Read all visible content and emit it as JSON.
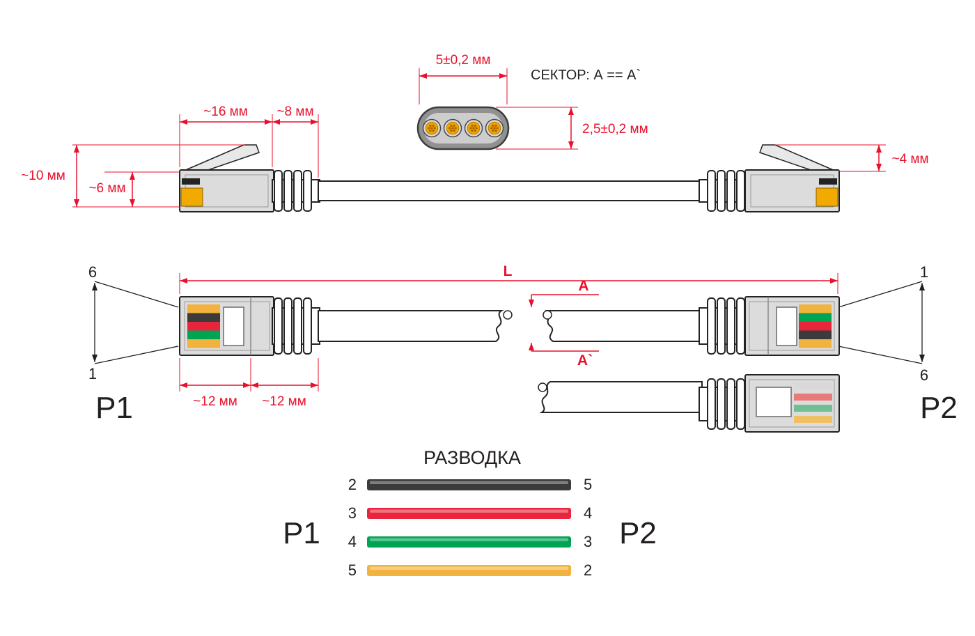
{
  "colors": {
    "dimension_red": "#e8112d",
    "text_black": "#231f20",
    "connector_gray": "#dcdcdc",
    "contact_yellow": "#f2a900",
    "wire_black": "#3b3b3b",
    "wire_red": "#e8253d",
    "wire_green": "#00a554",
    "wire_yellow": "#f2b23e"
  },
  "top_view": {
    "dim_connector_length": "~16 мм",
    "dim_boot_length": "~8 мм",
    "dim_total_height": "~10 мм",
    "dim_body_height": "~6 мм",
    "dim_latch_height": "~4 мм"
  },
  "cross_section": {
    "dim_width": "5±0,2 мм",
    "dim_height": "2,5±0,2 мм",
    "sector_note": "СЕКТОР: А == А`"
  },
  "cable_view": {
    "dim_length": "L",
    "break_top": "А",
    "break_bottom": "А`",
    "left_pin_top": "6",
    "left_pin_bottom": "1",
    "right_pin_top": "1",
    "right_pin_bottom": "6",
    "left_plug": "P1",
    "right_plug": "P2",
    "dim_connector": "~12 мм",
    "dim_boot": "~12 мм"
  },
  "connectors": {
    "p1_stripes": [
      "#f2b23e",
      "#3b3b3b",
      "#e8253d",
      "#00a554",
      "#f2b23e"
    ],
    "p2_stripes": [
      "#f2b23e",
      "#00a554",
      "#e8253d",
      "#3b3b3b",
      "#f2b23e"
    ],
    "p2_rear_stripes": [
      "#d9d9d9",
      "#e87a7a",
      "#6fbf92",
      "#f0c164"
    ]
  },
  "wiring": {
    "title": "РАЗВОДКА",
    "left_plug": "P1",
    "right_plug": "P2",
    "rows": [
      {
        "left": "2",
        "right": "5",
        "color": "#3b3b3b",
        "wire": "black"
      },
      {
        "left": "3",
        "right": "4",
        "color": "#e8253d",
        "wire": "red"
      },
      {
        "left": "4",
        "right": "3",
        "color": "#00a554",
        "wire": "green"
      },
      {
        "left": "5",
        "right": "2",
        "color": "#f2b23e",
        "wire": "yellow"
      }
    ]
  }
}
